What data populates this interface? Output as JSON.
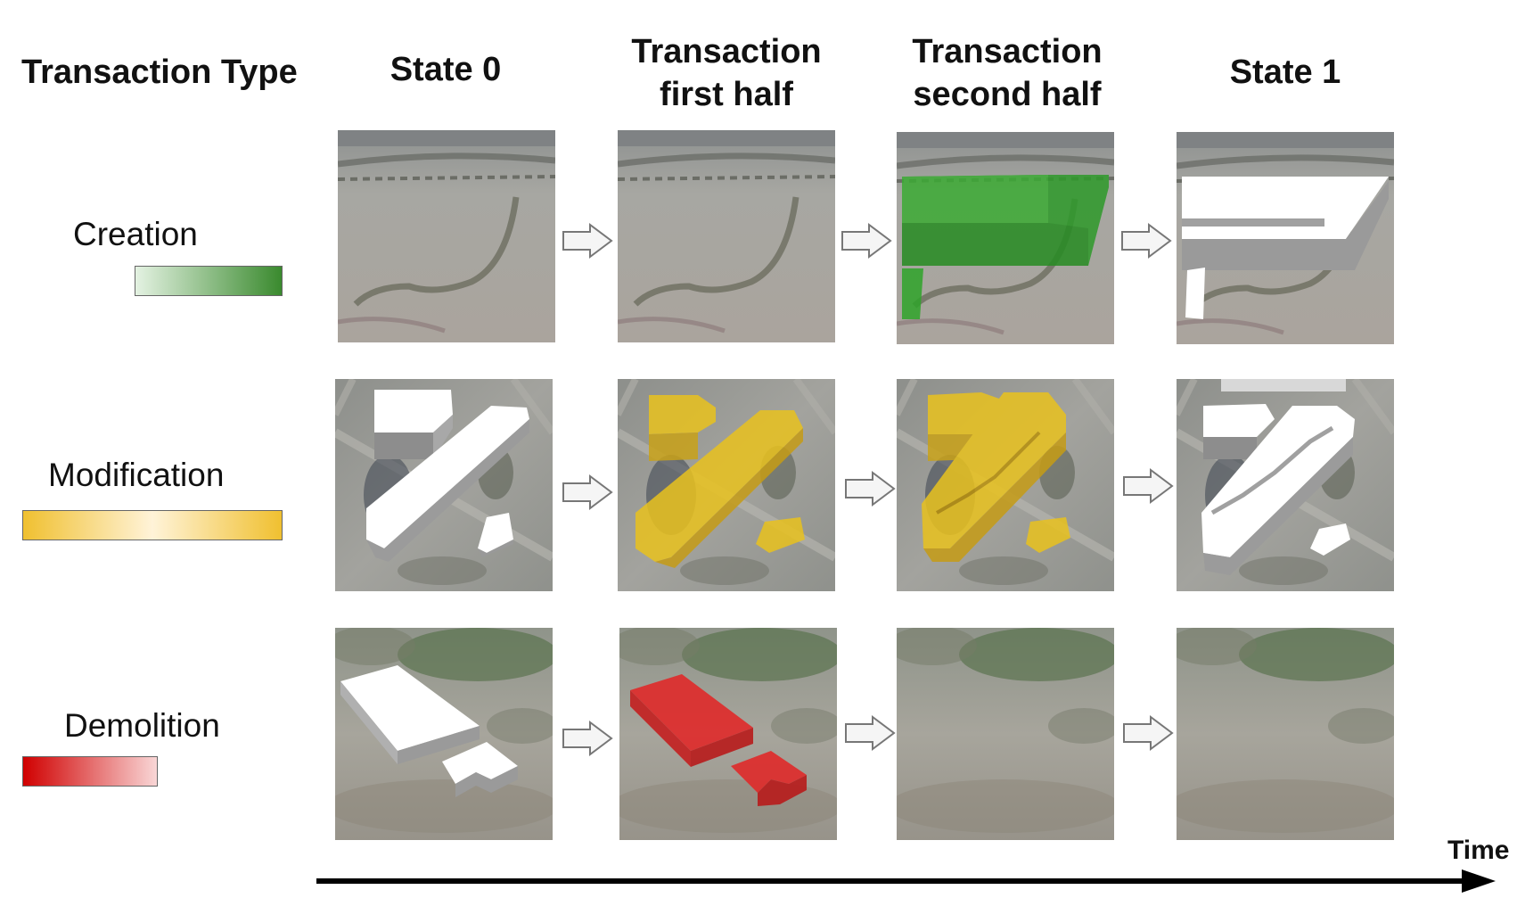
{
  "headers": {
    "type_col": "Transaction Type",
    "state0": "State 0",
    "first_half_line1": "Transaction",
    "first_half_line2": "first half",
    "second_half_line1": "Transaction",
    "second_half_line2": "second half",
    "state1": "State 1"
  },
  "rows": {
    "creation": {
      "label": "Creation",
      "color": "#3a8a2e"
    },
    "modification": {
      "label": "Modification",
      "color": "#f0c030"
    },
    "demolition": {
      "label": "Demolition",
      "color": "#d81818"
    }
  },
  "time_label": "Time"
}
